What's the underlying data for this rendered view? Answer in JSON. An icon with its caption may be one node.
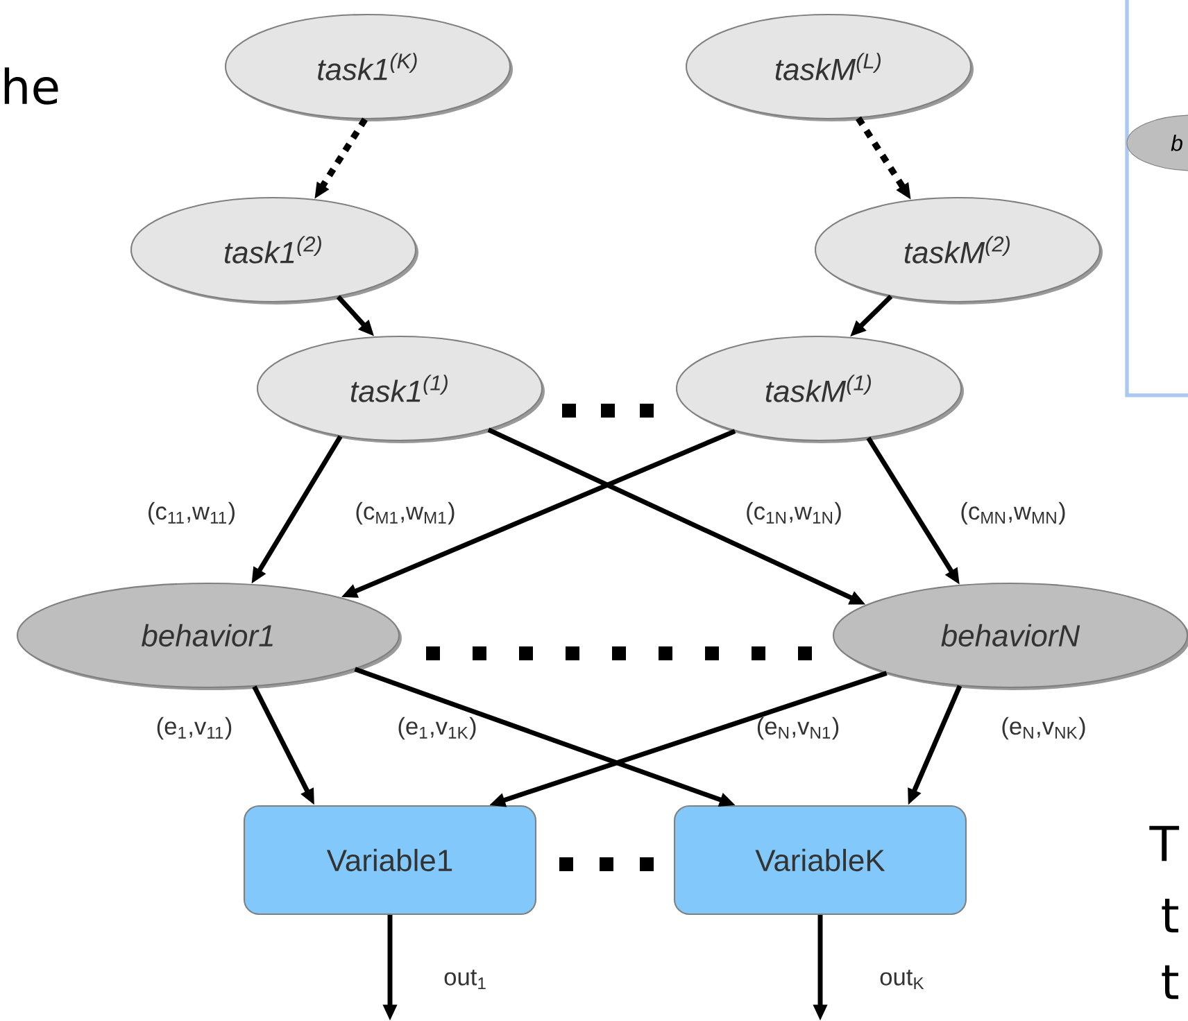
{
  "diagram": {
    "nodes": [
      {
        "text": [
          "task1$^{(K)}$"
        ]
      },
      {
        "text": [
          "taskM$^{(L)}$"
        ]
      },
      {
        "text": [
          "task1$^{(2)}$"
        ]
      },
      {
        "text": [
          "taskM$^{(2)}$"
        ]
      },
      {
        "text": [
          "task1$^{(1)}$"
        ]
      },
      {
        "text": [
          "taskM$^{(1)}$"
        ]
      },
      {
        "text": [
          "behavior1"
        ]
      },
      {
        "text": [
          "behaviorN"
        ]
      },
      {
        "text": [
          "Variable1"
        ]
      },
      {
        "text": [
          "VariableK"
        ]
      }
    ],
    "edges": [
      {
        "from": 0,
        "to": 2,
        "arrow": "to",
        "style": "dashed"
      },
      {
        "from": 1,
        "to": 3,
        "arrow": "to",
        "style": "dashed"
      },
      {
        "from": 2,
        "to": 4,
        "arrow": "to"
      },
      {
        "from": 3,
        "to": 5,
        "arrow": "to"
      },
      {
        "from": 4,
        "to": 6,
        "arrow": "to",
        "label": "(c$_{11}$,w$_{11}$)"
      },
      {
        "from": 5,
        "to": 6,
        "arrow": "to",
        "label": "(c$_{M1}$,w$_{M1}$)"
      },
      {
        "from": 4,
        "to": 7,
        "arrow": "to",
        "label": "(c$_{1N}$,w$_{1N}$)"
      },
      {
        "from": 5,
        "to": 7,
        "arrow": "to",
        "label": "(c$_{MN}$,w$_{MN}$)"
      },
      {
        "from": 6,
        "to": 8,
        "arrow": "to",
        "label": "(e$_{1}$,v$_{11}$)"
      },
      {
        "from": 6,
        "to": 9,
        "arrow": "to",
        "label": "(e$_{1}$,v$_{1K}$)"
      },
      {
        "from": 7,
        "to": 8,
        "arrow": "to",
        "label": "(e$_{N}$,v$_{N1}$)"
      },
      {
        "from": 7,
        "to": 9,
        "arrow": "to",
        "label": "(e$_{N}$,v$_{NK}$)"
      },
      {
        "from": 8,
        "to": null,
        "arrow": "to",
        "label": "out$_{1}$"
      },
      {
        "from": 9,
        "to": null,
        "arrow": "to",
        "label": "out$_{K}$"
      }
    ],
    "labels": [
      "he",
      "b",
      "T",
      "t",
      "t"
    ]
  }
}
